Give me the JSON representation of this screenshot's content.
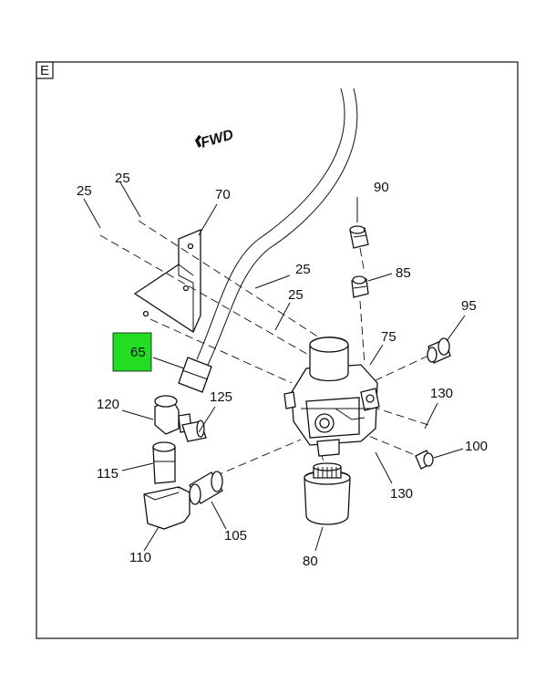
{
  "view_label": "E",
  "direction_label": "FWD",
  "highlight_color": "#22dd22",
  "callouts": {
    "c25a": "25",
    "c25b": "25",
    "c25c": "25",
    "c25d": "25",
    "c70": "70",
    "c90": "90",
    "c85": "85",
    "c95": "95",
    "c75": "75",
    "c65": "65",
    "c120": "120",
    "c125": "125",
    "c130a": "130",
    "c130b": "130",
    "c100": "100",
    "c115": "115",
    "c105": "105",
    "c110": "110",
    "c80": "80"
  }
}
